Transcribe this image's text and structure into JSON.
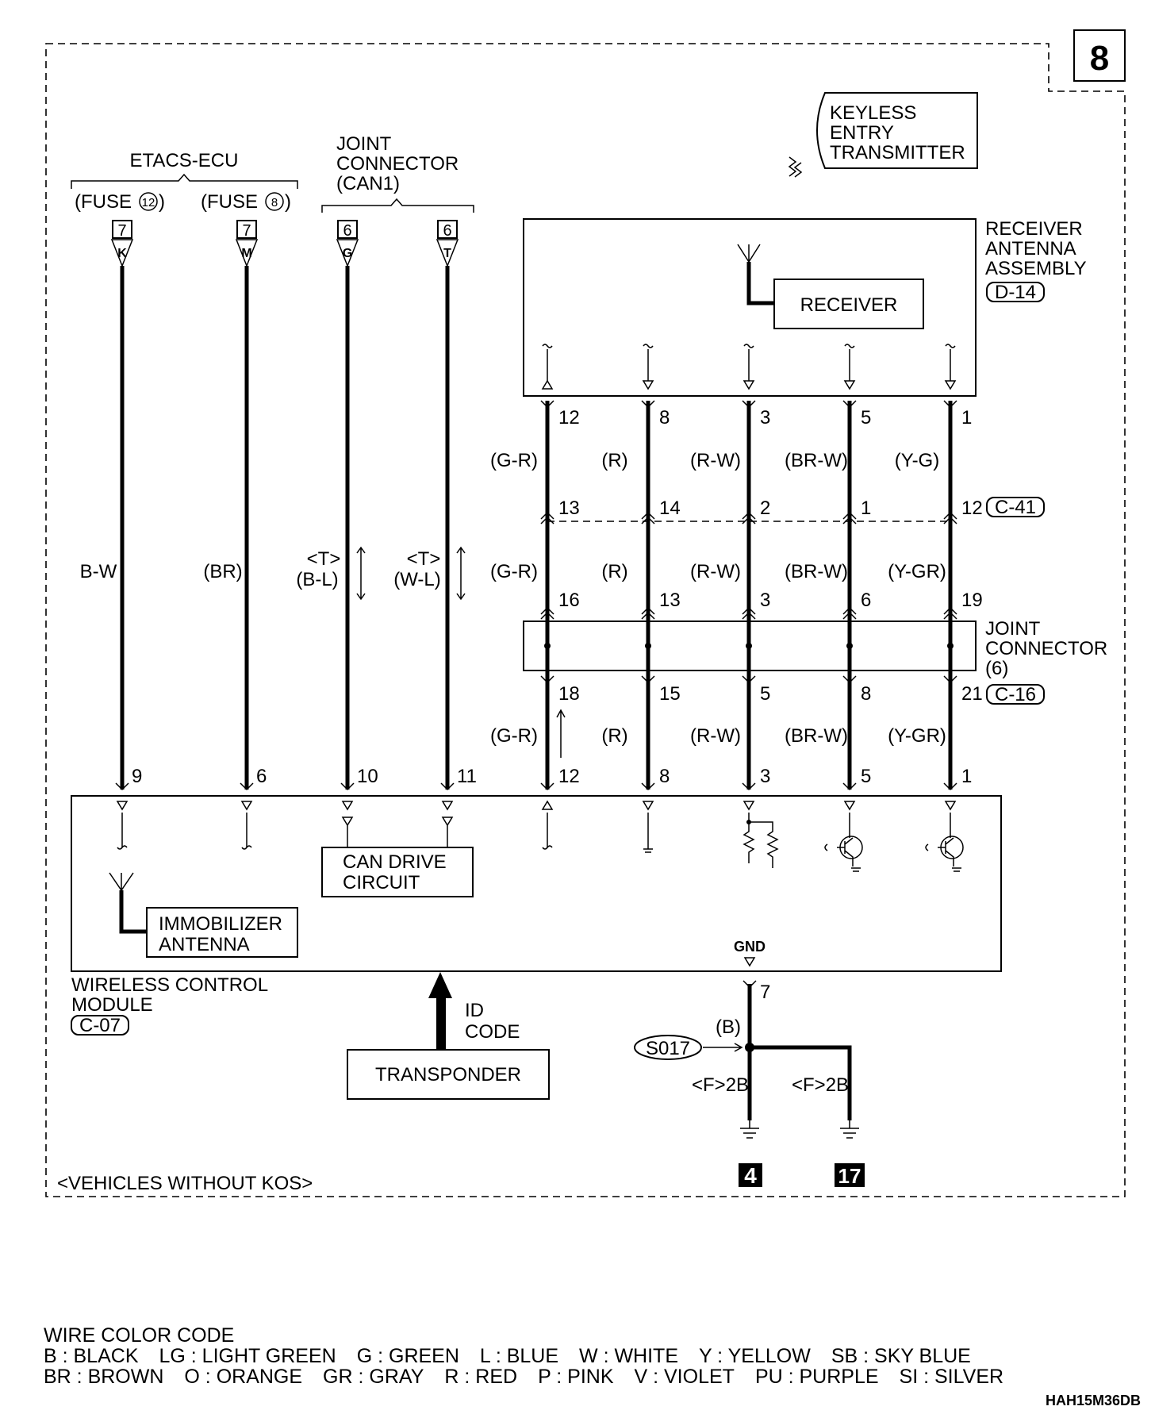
{
  "page_number": "8",
  "keyless_transmitter": [
    "KEYLESS",
    "ENTRY",
    "TRANSMITTER"
  ],
  "etacs": {
    "title": "ETACS-ECU",
    "fuse_a": "(FUSE",
    "fuse_a_num": "12",
    "fuse_b": "(FUSE",
    "fuse_b_num": "8",
    "close": ")"
  },
  "joint_can": [
    "JOINT",
    "CONNECTOR",
    "(CAN1)"
  ],
  "receiver_assembly": {
    "label": [
      "RECEIVER",
      "ANTENNA",
      "ASSEMBLY"
    ],
    "connector": "D-14",
    "receiver": "RECEIVER"
  },
  "top_connectors": [
    {
      "num": "7",
      "letter": "K",
      "pin": "9",
      "wire": "B-W"
    },
    {
      "num": "7",
      "letter": "M",
      "pin": "6",
      "wire": "(BR)"
    },
    {
      "num": "6",
      "letter": "G",
      "pin": "10",
      "wire_a": "<T>",
      "wire_b": "(B-L)"
    },
    {
      "num": "6",
      "letter": "T",
      "pin": "11",
      "wire_a": "<T>",
      "wire_b": "(W-L)"
    }
  ],
  "receiver_columns": [
    {
      "top_pin": "12",
      "wire1": "(G-R)",
      "c41": "13",
      "wire2": "(G-R)",
      "jc_top": "16",
      "jc_bot": "18",
      "wire3": "(G-R)",
      "module_pin": "12"
    },
    {
      "top_pin": "8",
      "wire1": "(R)",
      "c41": "14",
      "wire2": "(R)",
      "jc_top": "13",
      "jc_bot": "15",
      "wire3": "(R)",
      "module_pin": "8"
    },
    {
      "top_pin": "3",
      "wire1": "(R-W)",
      "c41": "2",
      "wire2": "(R-W)",
      "jc_top": "3",
      "jc_bot": "5",
      "wire3": "(R-W)",
      "module_pin": "3"
    },
    {
      "top_pin": "5",
      "wire1": "(BR-W)",
      "c41": "1",
      "wire2": "(BR-W)",
      "jc_top": "6",
      "jc_bot": "8",
      "wire3": "(BR-W)",
      "module_pin": "5"
    },
    {
      "top_pin": "1",
      "wire1": "(Y-G)",
      "c41": "12",
      "wire2": "(Y-GR)",
      "jc_top": "19",
      "jc_bot": "21",
      "wire3": "(Y-GR)",
      "module_pin": "1"
    }
  ],
  "c41_label": "C-41",
  "joint_connector6": [
    "JOINT",
    "CONNECTOR",
    "(6)"
  ],
  "c16_label": "C-16",
  "module": {
    "can_drive": [
      "CAN DRIVE",
      "CIRCUIT"
    ],
    "immobilizer": [
      "IMMOBILIZER",
      "ANTENNA"
    ],
    "name": [
      "WIRELESS CONTROL",
      "MODULE"
    ],
    "connector": "C-07",
    "gnd": "GND"
  },
  "transponder": {
    "label": "TRANSPONDER",
    "id": [
      "ID",
      "CODE"
    ]
  },
  "ground": {
    "pin": "7",
    "wire": "(B)",
    "splice": "S017",
    "left": "<F>2B",
    "right": "<F>2B",
    "ground_a": "4",
    "ground_b": "17"
  },
  "variant_note": "<VEHICLES WITHOUT KOS>",
  "legend": {
    "title": "WIRE COLOR CODE",
    "row1": [
      "B : BLACK",
      "LG : LIGHT GREEN",
      "G : GREEN",
      "L : BLUE",
      "W : WHITE",
      "Y : YELLOW",
      "SB : SKY BLUE"
    ],
    "row2": [
      "BR : BROWN",
      "O : ORANGE",
      "GR : GRAY",
      "R : RED",
      "P : PINK",
      "V : VIOLET",
      "PU : PURPLE",
      "SI : SILVER"
    ]
  },
  "figure_code": "HAH15M36DB"
}
